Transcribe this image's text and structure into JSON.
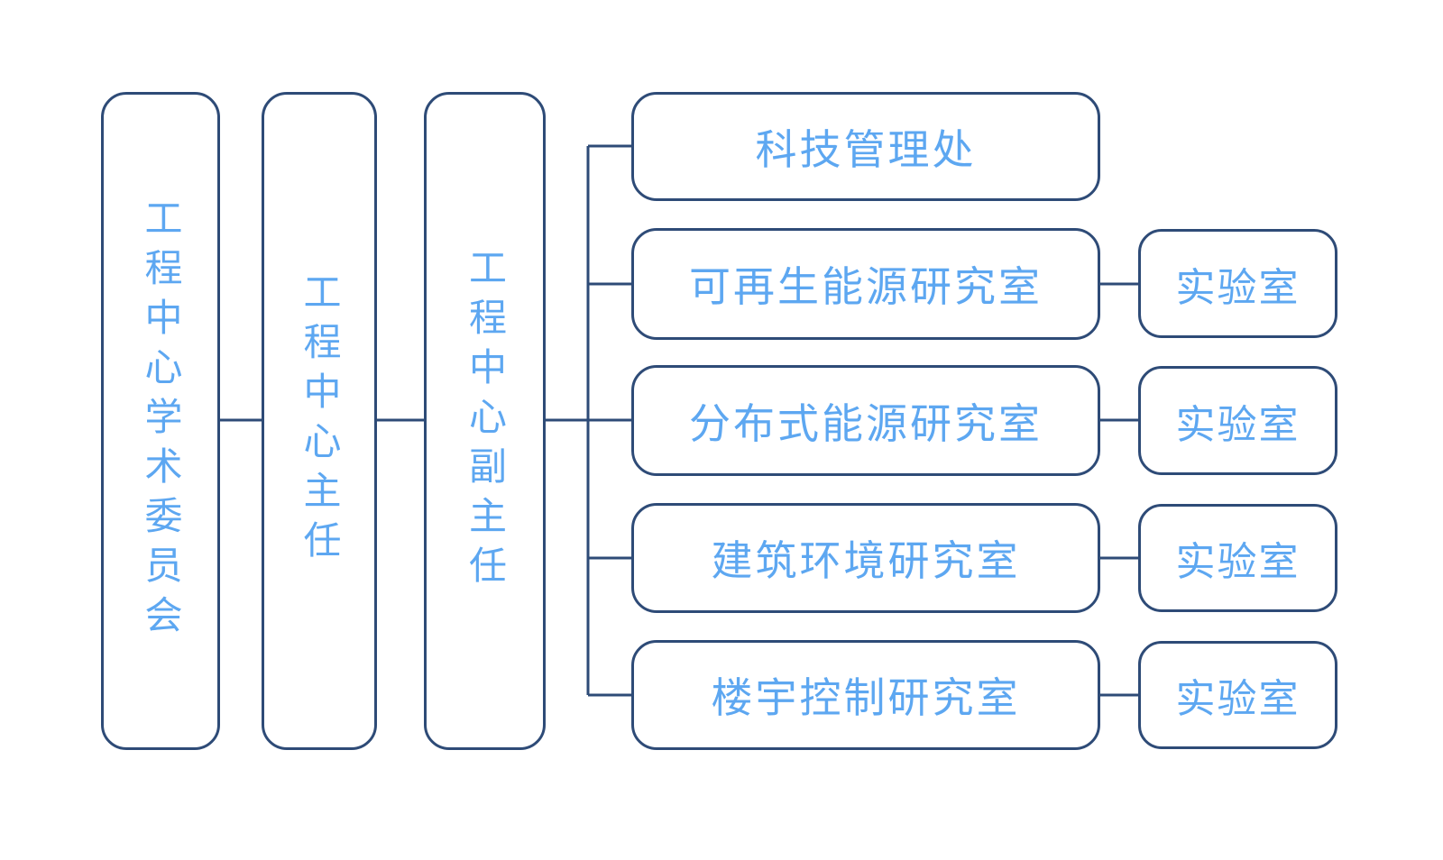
{
  "colors": {
    "border": "#2E4B77",
    "text": "#5DA7F1",
    "background": "#FFFFFF"
  },
  "org_chart": {
    "type": "organizational-diagram",
    "left_chain": [
      {
        "label": "工程中心学术委员会"
      },
      {
        "label": "工程中心主任"
      },
      {
        "label": "工程中心副主任"
      }
    ],
    "departments": [
      {
        "label": "科技管理处",
        "lab": null
      },
      {
        "label": "可再生能源研究室",
        "lab": "实验室"
      },
      {
        "label": "分布式能源研究室",
        "lab": "实验室"
      },
      {
        "label": "建筑环境研究室",
        "lab": "实验室"
      },
      {
        "label": "楼宇控制研究室",
        "lab": "实验室"
      }
    ]
  }
}
